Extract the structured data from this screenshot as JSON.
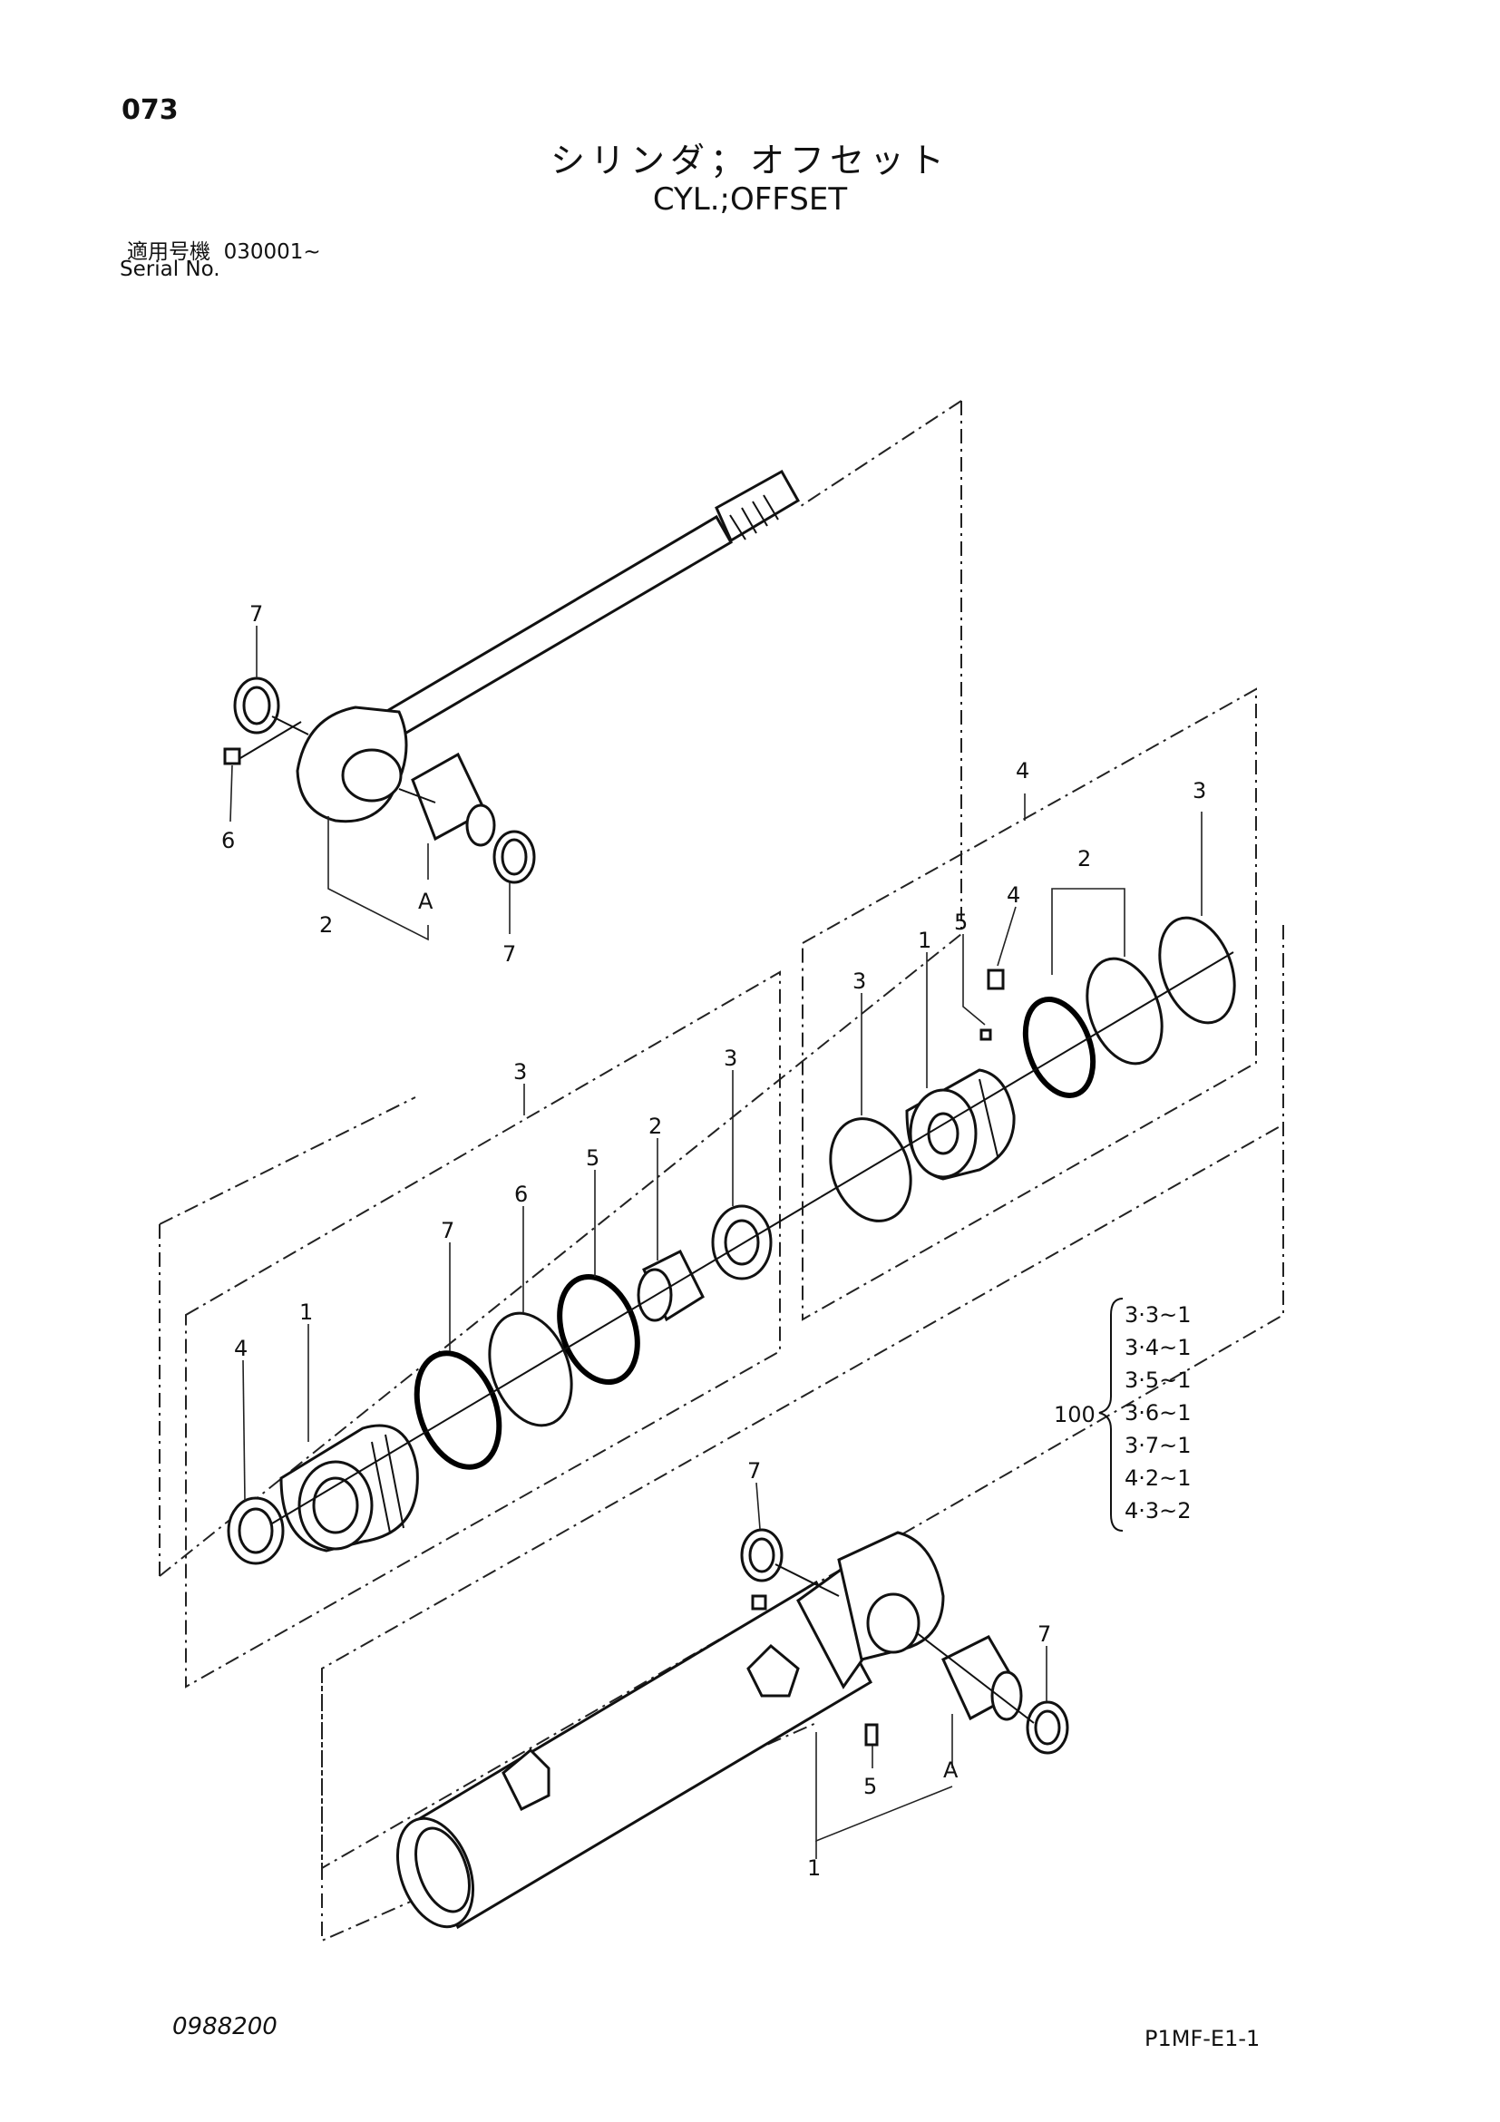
{
  "page_number": "073",
  "title_jp": "シリンダ；オフセット",
  "title_en": "CYL.;OFFSET",
  "serial": {
    "label_jp": "適用号機",
    "label_en": "Serial No.",
    "value": "030001~"
  },
  "drawing_number": "0988200",
  "page_code": "P1MF-E1-1",
  "rod_assembly_labels": [
    "7",
    "6",
    "2",
    "A",
    "7"
  ],
  "gland_group_labels": [
    "3",
    "4",
    "1",
    "7",
    "6",
    "5",
    "2",
    "3"
  ],
  "piston_group_labels": [
    "4",
    "3",
    "1",
    "5",
    "4",
    "2",
    "3"
  ],
  "tube_assembly_labels": [
    "7",
    "5",
    "A",
    "7",
    "1"
  ],
  "kit": {
    "number": "100",
    "items": [
      "3·3~1",
      "3·4~1",
      "3·5~1",
      "3·6~1",
      "3·7~1",
      "4·2~1",
      "4·3~2"
    ]
  }
}
